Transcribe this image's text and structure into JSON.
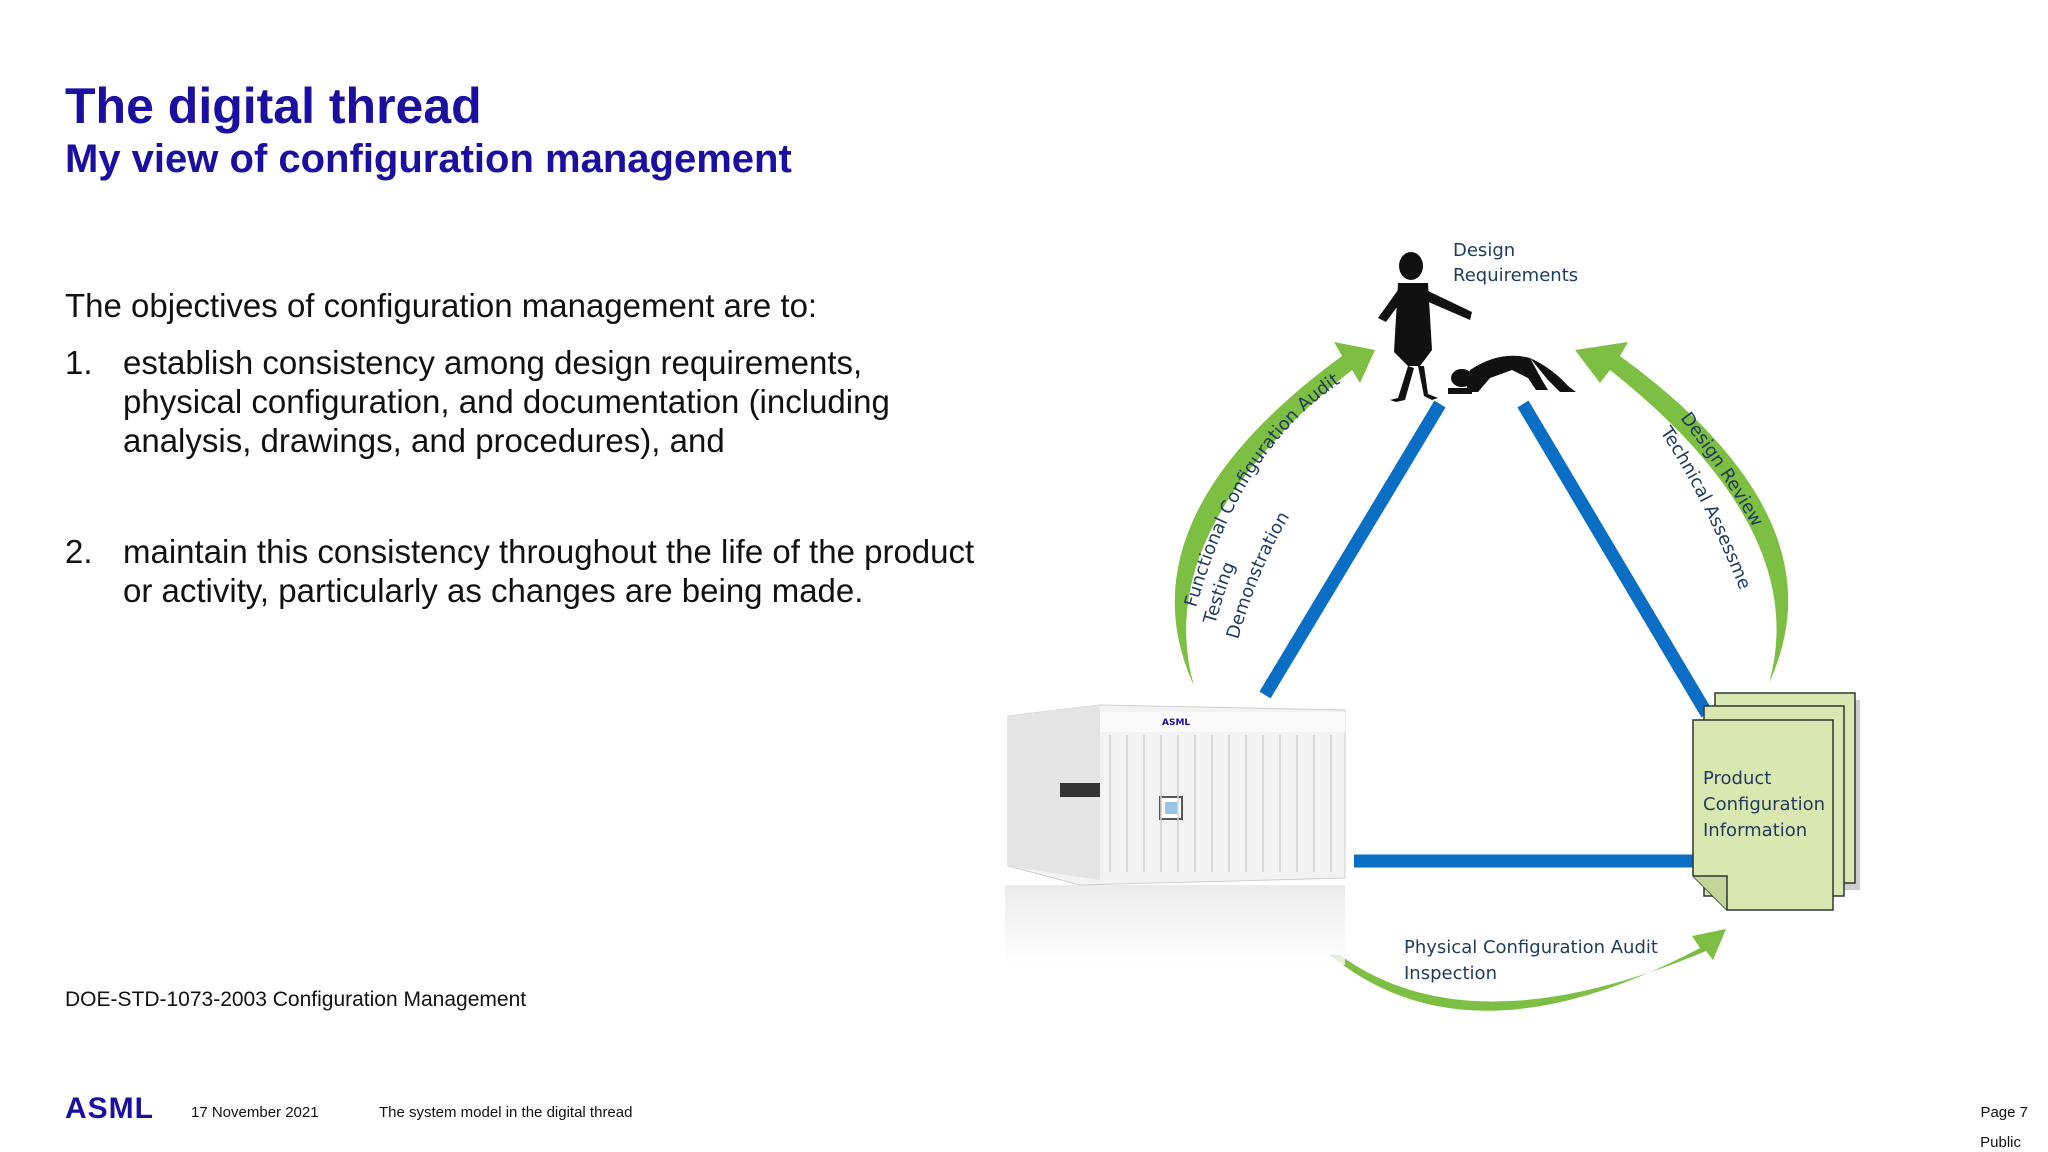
{
  "slide": {
    "title": "The digital thread",
    "subtitle": "My view of configuration management",
    "intro": "The objectives of configuration management are to:",
    "objectives": [
      {
        "number": "1.",
        "text": "establish consistency among design requirements, physical configuration, and documentation (including analysis, drawings, and procedures), and"
      },
      {
        "number": "2.",
        "text": "maintain this consistency throughout the life of the product or activity, particularly as changes are being made."
      }
    ],
    "reference": "DOE-STD-1073-2003 Configuration Management"
  },
  "diagram": {
    "top_label_line1": "Design",
    "top_label_line2": "Requirements",
    "left_arc_line1": "Functional Configuration Audit",
    "left_arc_line2": "Testing",
    "left_arc_line3": "Demonstration",
    "right_arc_line1": "Design Review",
    "right_arc_line2": "Technical Assessment",
    "bottom_line1": "Physical Configuration Audit",
    "bottom_line2": "Inspection",
    "doc_line1": "Product",
    "doc_line2": "Configuration",
    "doc_line3": "Information",
    "machine_brand": "ASML",
    "colors": {
      "triangle": "#0a6ec4",
      "arrows": "#7dbf42",
      "doc": "#d8e8b0"
    }
  },
  "footer": {
    "logo": "ASML",
    "date": "17 November 2021",
    "presentation": "The system model in the digital thread",
    "page": "Page 7",
    "classification": "Public"
  },
  "colors": {
    "title": "#1a0fa0",
    "logo": "#1a0fa0"
  }
}
